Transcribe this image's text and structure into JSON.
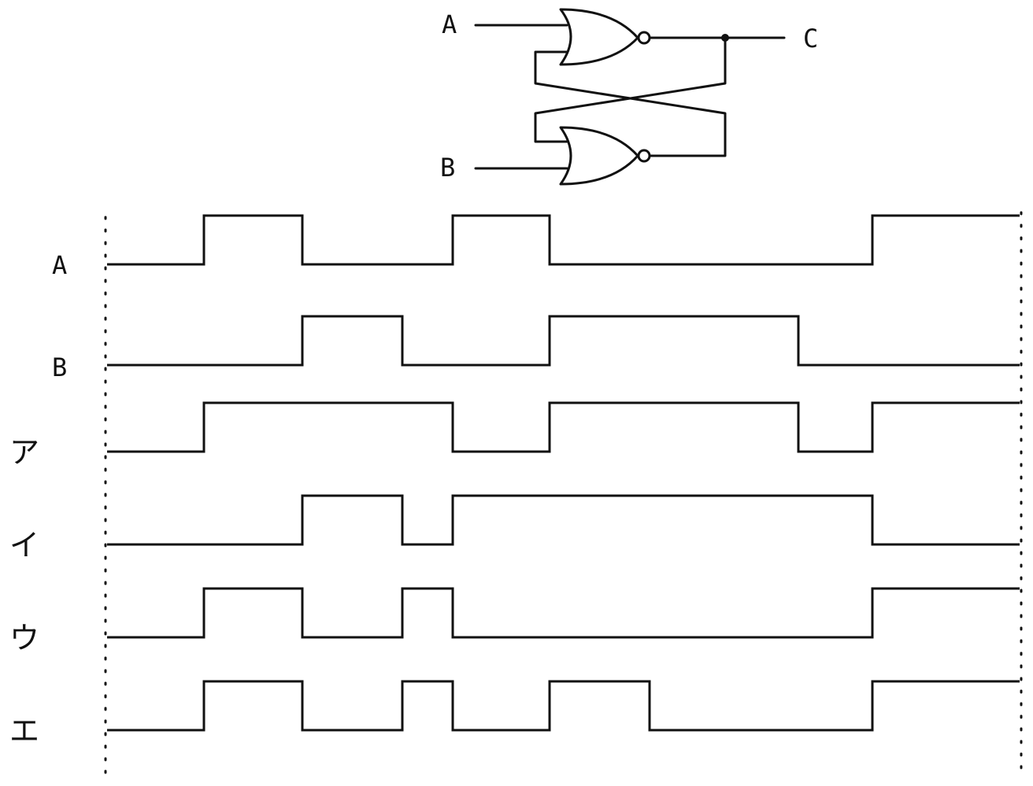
{
  "circuit": {
    "input_a": "A",
    "input_b": "B",
    "output_c": "C"
  },
  "timing": {
    "signals": [
      {
        "label": "A",
        "levels": [
          0,
          1,
          0,
          0,
          1,
          0,
          0,
          0,
          0,
          1
        ]
      },
      {
        "label": "B",
        "levels": [
          0,
          0,
          1,
          0,
          0,
          1,
          1,
          1,
          0,
          0
        ]
      },
      {
        "label": "ア",
        "levels": [
          0,
          1,
          1,
          1,
          0,
          1,
          1,
          1,
          0,
          1
        ]
      },
      {
        "label": "イ",
        "levels": [
          0,
          0,
          1,
          0,
          1,
          1,
          1,
          1,
          1,
          0
        ]
      },
      {
        "label": "ウ",
        "levels": [
          0,
          1,
          0,
          1,
          0,
          0,
          0,
          0,
          0,
          1
        ]
      },
      {
        "label": "エ",
        "levels": [
          0,
          1,
          0,
          1,
          0,
          1,
          0,
          0,
          0,
          1
        ]
      }
    ]
  },
  "colors": {
    "ink": "#111111",
    "background": "#ffffff"
  }
}
